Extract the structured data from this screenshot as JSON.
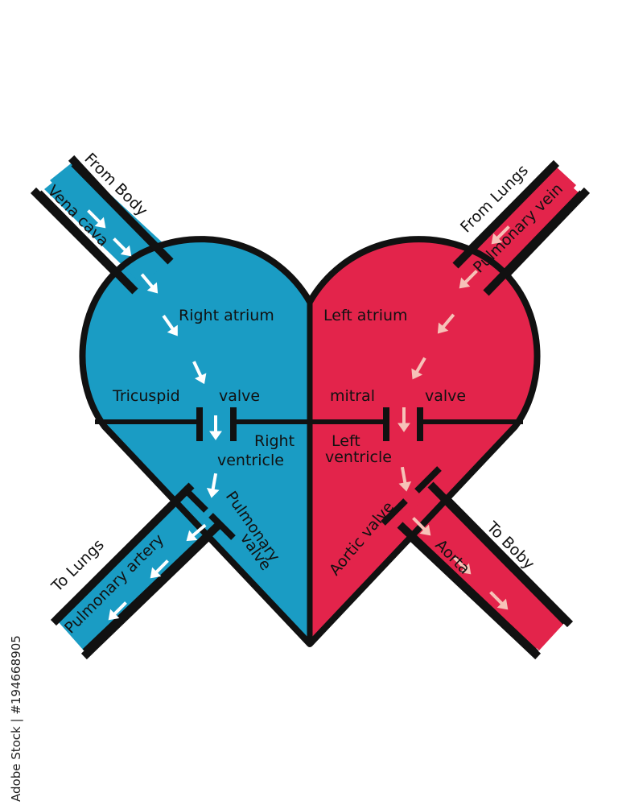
{
  "colors": {
    "deoxygenated": "#1a9cc4",
    "oxygenated": "#e3244b",
    "outline": "#111111",
    "arrow_right": "#ffffff",
    "arrow_left": "#f6c2b8"
  },
  "labels": {
    "from_body": "From Body",
    "vena_cava": "Vena cava",
    "from_lungs": "From Lungs",
    "pulmonary_vein": "Pulmonary vein",
    "right_atrium": "Right atrium",
    "left_atrium": "Left atrium",
    "tricuspid": "Tricuspid",
    "valve_right": "valve",
    "mitral": "mitral",
    "valve_left": "valve",
    "right_ventricle_1": "Right",
    "right_ventricle_2": "ventricle",
    "left_ventricle_1": "Left",
    "left_ventricle_2": "ventricle",
    "pulmonary_valve_1": "Pulmonary",
    "pulmonary_valve_2": "valve",
    "aortic_valve": "Aortic valve",
    "to_lungs": "To Lungs",
    "pulmonary_artery": "Pulmonary  artery",
    "to_boby": "To Boby",
    "aorta": "Aorta"
  },
  "watermark": {
    "text": "Adobe Stock | #194668905"
  }
}
